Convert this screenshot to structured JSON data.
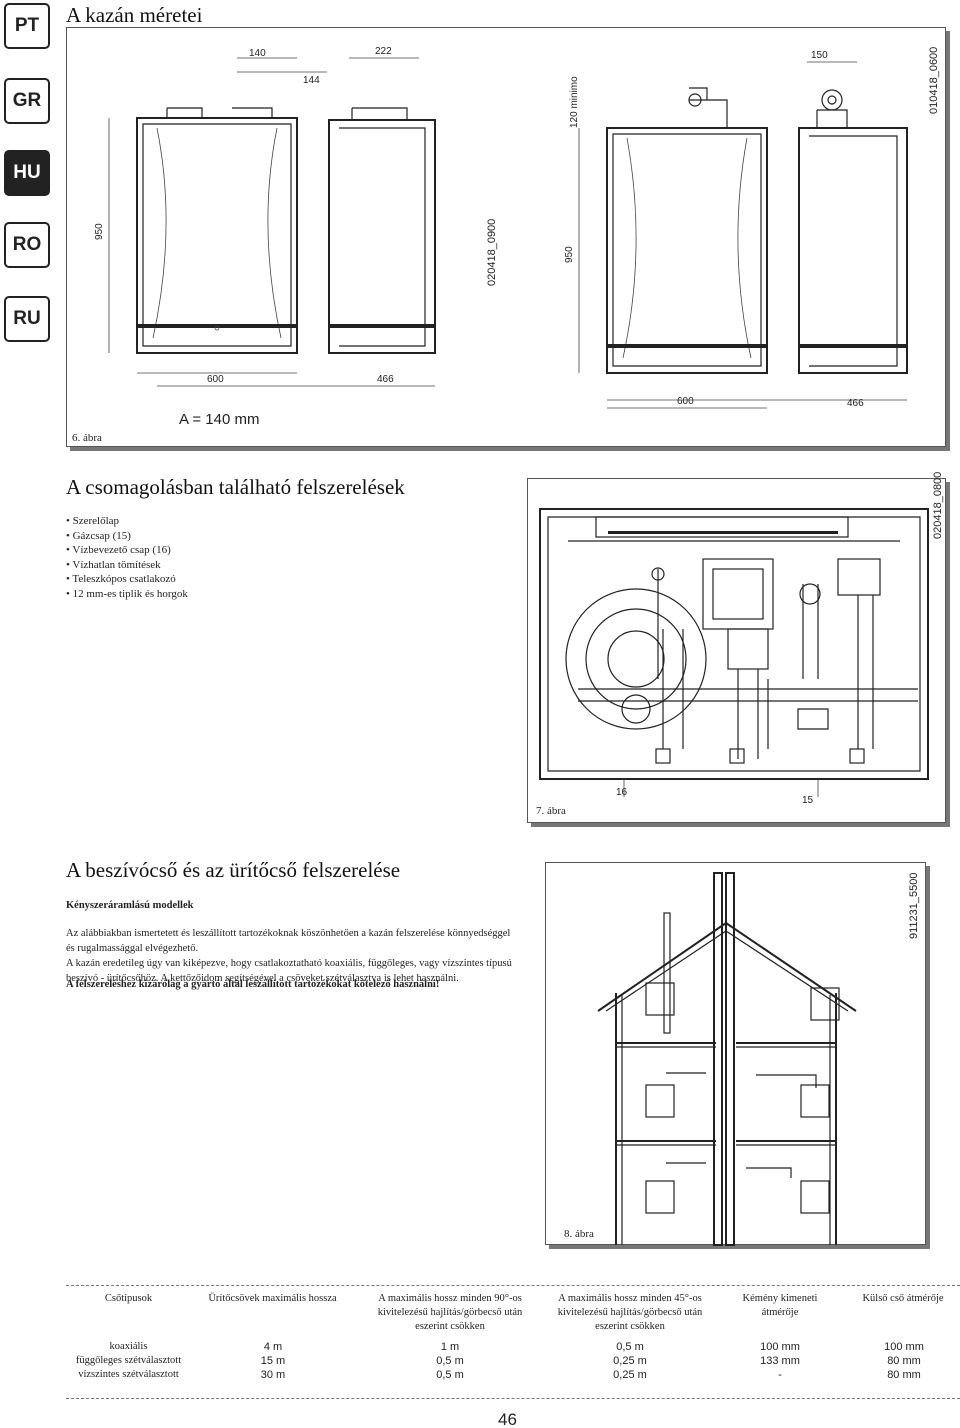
{
  "languages": [
    "PT",
    "GR",
    "HU",
    "RO",
    "RU"
  ],
  "section1": {
    "title": "A kazán méretei",
    "formula": "A = 140 mm",
    "caption": "6. ábra",
    "code_left": "020418_0900",
    "code_right": "010418_0600",
    "dims": {
      "d140": "140",
      "d144": "144",
      "d222": "222",
      "d150": "150",
      "d950a": "950",
      "d950b": "950",
      "d600a": "600",
      "d466a": "466",
      "d600b": "600",
      "d466b": "466",
      "minimo": "120 minimo"
    }
  },
  "section2": {
    "title": "A csomagolásban található felszerelések",
    "items": [
      "Szerelőlap",
      "Gázcsap (15)",
      "Vízbevezető csap (16)",
      "Vízhatlan tömítések",
      "Teleszkópos csatlakozó",
      "12 mm-es tiplik és horgok"
    ],
    "caption": "7. ábra",
    "code": "020418_0800",
    "label16": "16",
    "label15": "15"
  },
  "section3": {
    "title": "A beszívócső és az ürítőcső felszerelése",
    "subtitle": "Kényszeráramlású modellek",
    "p1": "Az alábbiakban ismertetett és leszállított tartozékoknak köszönhetően a kazán felszerelése könnyedséggel és rugalmassággal elvégezhető.",
    "p2": "A kazán eredetileg úgy van kiképezve, hogy csatlakoztatható koaxiális, függőleges, vagy vízszintes típusú beszívó - ürítőcsőhöz. A kettőzőidom segítségével a csöveket szétválasztva is lehet használni.",
    "p3": "A felszereléshez kizárólag a gyártó által leszállított tartozékokat kötelező használni!",
    "caption": "8. ábra",
    "code": "911231_5500"
  },
  "table": {
    "headers": [
      "Csőtípusok",
      "Ürítőcsövek maximális hossza",
      "A maximális hossz minden 90°-os kivitelezésű hajlítás/görbecső után eszerint csökken",
      "A maximális hossz minden 45°-os kivitelezésű hajlítás/görbecső után eszerint csökken",
      "Kémény kimeneti átmérője",
      "Külső cső átmérője"
    ],
    "col0": [
      "koaxiális",
      "függőleges szétválasztott",
      "vízszintes szétválasztott"
    ],
    "col1": [
      "4 m",
      "15 m",
      "30 m"
    ],
    "col2": [
      "1 m",
      "0,5 m",
      "0,5 m"
    ],
    "col3": [
      "0,5 m",
      "0,25 m",
      "0,25 m"
    ],
    "col4": [
      "100 mm",
      "133 mm",
      "-"
    ],
    "col5": [
      "100 mm",
      "80 mm",
      "80 mm"
    ]
  },
  "page_number": "46"
}
